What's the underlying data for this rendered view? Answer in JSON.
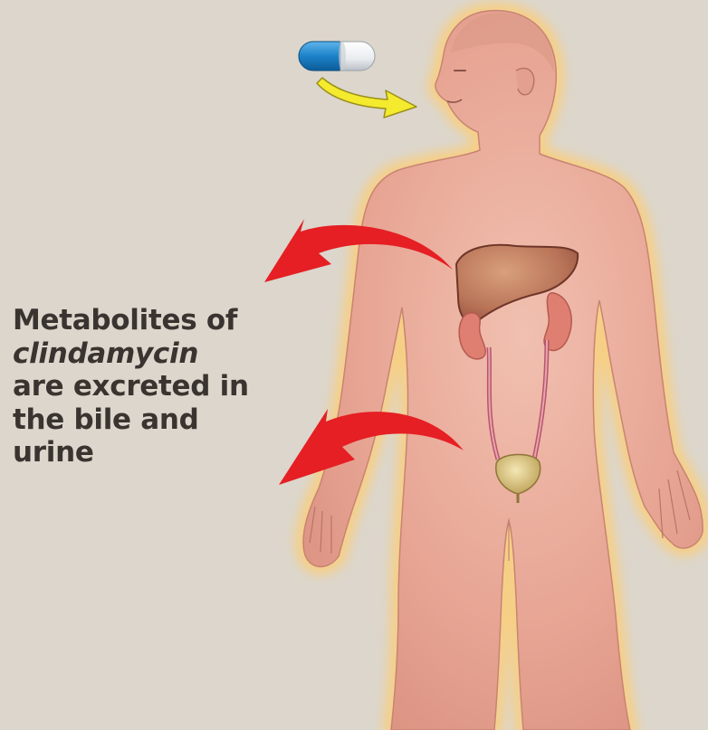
{
  "caption": {
    "line1": "Metabolites of",
    "drug": "clindamycin",
    "line3": "are excreted in",
    "line4": "the bile and",
    "line5": "urine"
  },
  "colors": {
    "background": "#dcd6cc",
    "skin": "#e8a795",
    "glow": "#f6cf86",
    "arrow": "#e51f24",
    "liver": "#b8705a",
    "kidney": "#df7f72",
    "bladder": "#d8c27a",
    "pill_blue": "#1c82c8",
    "pill_white": "#f2f2f2",
    "ingest_arrow": "#f4ea2e"
  },
  "icons": [
    "capsule-icon",
    "ingest-arrow-icon",
    "excretion-arrow-icon"
  ]
}
